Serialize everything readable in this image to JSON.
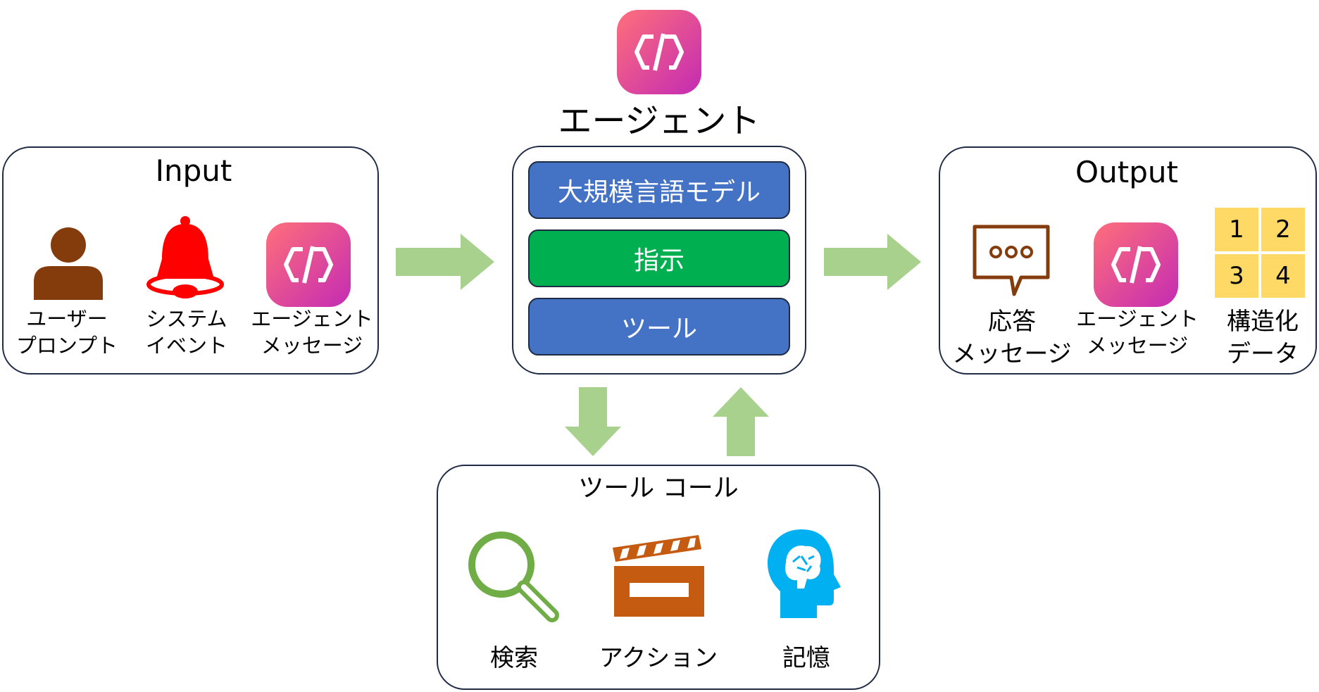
{
  "agent": {
    "title": "エージェント"
  },
  "input": {
    "title": "Input",
    "items": [
      {
        "label": "ユーザー\nプロンプト",
        "icon": "person-icon"
      },
      {
        "label": "システム\nイベント",
        "icon": "bell-icon"
      },
      {
        "label": "エージェント\nメッセージ",
        "icon": "agent-logo-icon"
      }
    ]
  },
  "core": {
    "bars": [
      {
        "label": "大規模言語モデル",
        "color": "#4472c4"
      },
      {
        "label": "指示",
        "color": "#00b050"
      },
      {
        "label": "ツール",
        "color": "#4472c4"
      }
    ]
  },
  "output": {
    "title": "Output",
    "items": [
      {
        "label": "応答\nメッセージ",
        "icon": "chat-bubble-icon"
      },
      {
        "label": "エージェント\nメッセージ",
        "icon": "agent-logo-icon"
      },
      {
        "label": "構造化\nデータ",
        "icon": "grid-icon"
      }
    ],
    "grid": [
      "1",
      "2",
      "3",
      "4"
    ]
  },
  "tool_call": {
    "title": "ツール コール",
    "items": [
      {
        "label": "検索",
        "icon": "magnifier-icon"
      },
      {
        "label": "アクション",
        "icon": "clapperboard-icon"
      },
      {
        "label": "記憶",
        "icon": "brain-head-icon"
      }
    ]
  },
  "colors": {
    "arrow": "#a9d18e",
    "person": "#843c0c",
    "bell": "#ff0000",
    "chat": "#843c0c",
    "clapper": "#c55a11",
    "magnifier": "#70ad47",
    "brain": "#00b0f0",
    "grid": "#ffd966"
  }
}
